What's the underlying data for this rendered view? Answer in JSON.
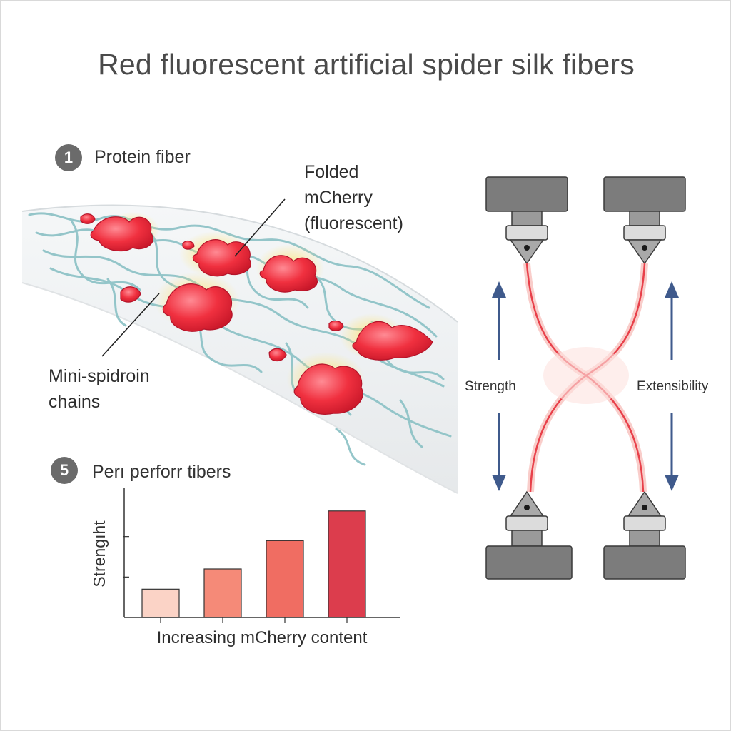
{
  "title": "Red fluorescent artificial spider silk fibers",
  "section1": {
    "number": "1",
    "heading": "Protein fiber"
  },
  "section5": {
    "number": "5",
    "heading": "Perı perforr tibers"
  },
  "labels": {
    "folded_line1": "Folded",
    "folded_line2": "mCherry",
    "folded_line3": "(fluorescent)",
    "mini_line1": "Mini-spidroin",
    "mini_line2": "chains",
    "strength": "Strength",
    "extensibility": "Extensibility"
  },
  "icons": [
    "arrow-up-icon",
    "arrow-down-icon",
    "grip-clamp-icon"
  ],
  "colors": {
    "title": "#4a4a4a",
    "badge": "#6b6b6b",
    "protein": "#f0303f",
    "chain": "#8fc3c7",
    "arrow": "#3f5a8c",
    "clamp": "#7c7c7c",
    "bars": [
      "#fbd3c6",
      "#f58a78",
      "#f06d62",
      "#dc3d4d"
    ]
  },
  "chart_data": {
    "type": "bar",
    "categories": [
      "",
      "",
      "",
      ""
    ],
    "values": [
      2.1,
      3.6,
      5.7,
      7.9
    ],
    "ylabel": "Strengıht",
    "xlabel": "Increasing mCherry content",
    "ylim": [
      0,
      9
    ],
    "yticks": [
      3,
      6
    ],
    "grid": false
  }
}
